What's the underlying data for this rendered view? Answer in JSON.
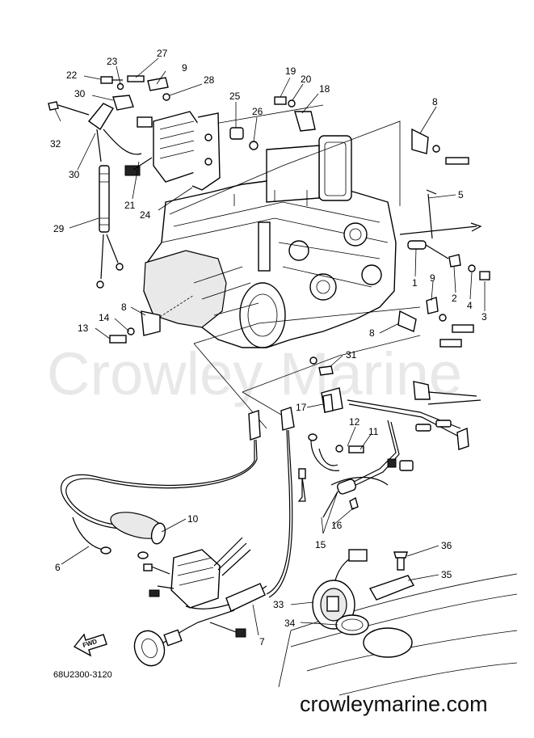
{
  "watermark": "Crowley Marine",
  "footer_site": "crowleymarine.com",
  "diagram_code": "68U2300-3120",
  "fwd_label": "FWD",
  "callouts": [
    {
      "id": "c27",
      "label": "27"
    },
    {
      "id": "c23",
      "label": "23"
    },
    {
      "id": "c9a",
      "label": "9"
    },
    {
      "id": "c22",
      "label": "22"
    },
    {
      "id": "c28",
      "label": "28"
    },
    {
      "id": "c30a",
      "label": "30"
    },
    {
      "id": "c19",
      "label": "19"
    },
    {
      "id": "c20",
      "label": "20"
    },
    {
      "id": "c18",
      "label": "18"
    },
    {
      "id": "c25",
      "label": "25"
    },
    {
      "id": "c26",
      "label": "26"
    },
    {
      "id": "c8a",
      "label": "8"
    },
    {
      "id": "c32",
      "label": "32"
    },
    {
      "id": "c30b",
      "label": "30"
    },
    {
      "id": "c21",
      "label": "21"
    },
    {
      "id": "c24",
      "label": "24"
    },
    {
      "id": "c5",
      "label": "5"
    },
    {
      "id": "c29",
      "label": "29"
    },
    {
      "id": "c1",
      "label": "1"
    },
    {
      "id": "c9b",
      "label": "9"
    },
    {
      "id": "c2",
      "label": "2"
    },
    {
      "id": "c4",
      "label": "4"
    },
    {
      "id": "c3",
      "label": "3"
    },
    {
      "id": "c8b",
      "label": "8"
    },
    {
      "id": "c14",
      "label": "14"
    },
    {
      "id": "c13",
      "label": "13"
    },
    {
      "id": "c8c",
      "label": "8"
    },
    {
      "id": "c31",
      "label": "31"
    },
    {
      "id": "c17",
      "label": "17"
    },
    {
      "id": "c12",
      "label": "12"
    },
    {
      "id": "c11",
      "label": "11"
    },
    {
      "id": "c10",
      "label": "10"
    },
    {
      "id": "c16",
      "label": "16"
    },
    {
      "id": "c15",
      "label": "15"
    },
    {
      "id": "c6",
      "label": "6"
    },
    {
      "id": "c36",
      "label": "36"
    },
    {
      "id": "c35",
      "label": "35"
    },
    {
      "id": "c33",
      "label": "33"
    },
    {
      "id": "c34",
      "label": "34"
    },
    {
      "id": "c7",
      "label": "7"
    }
  ]
}
